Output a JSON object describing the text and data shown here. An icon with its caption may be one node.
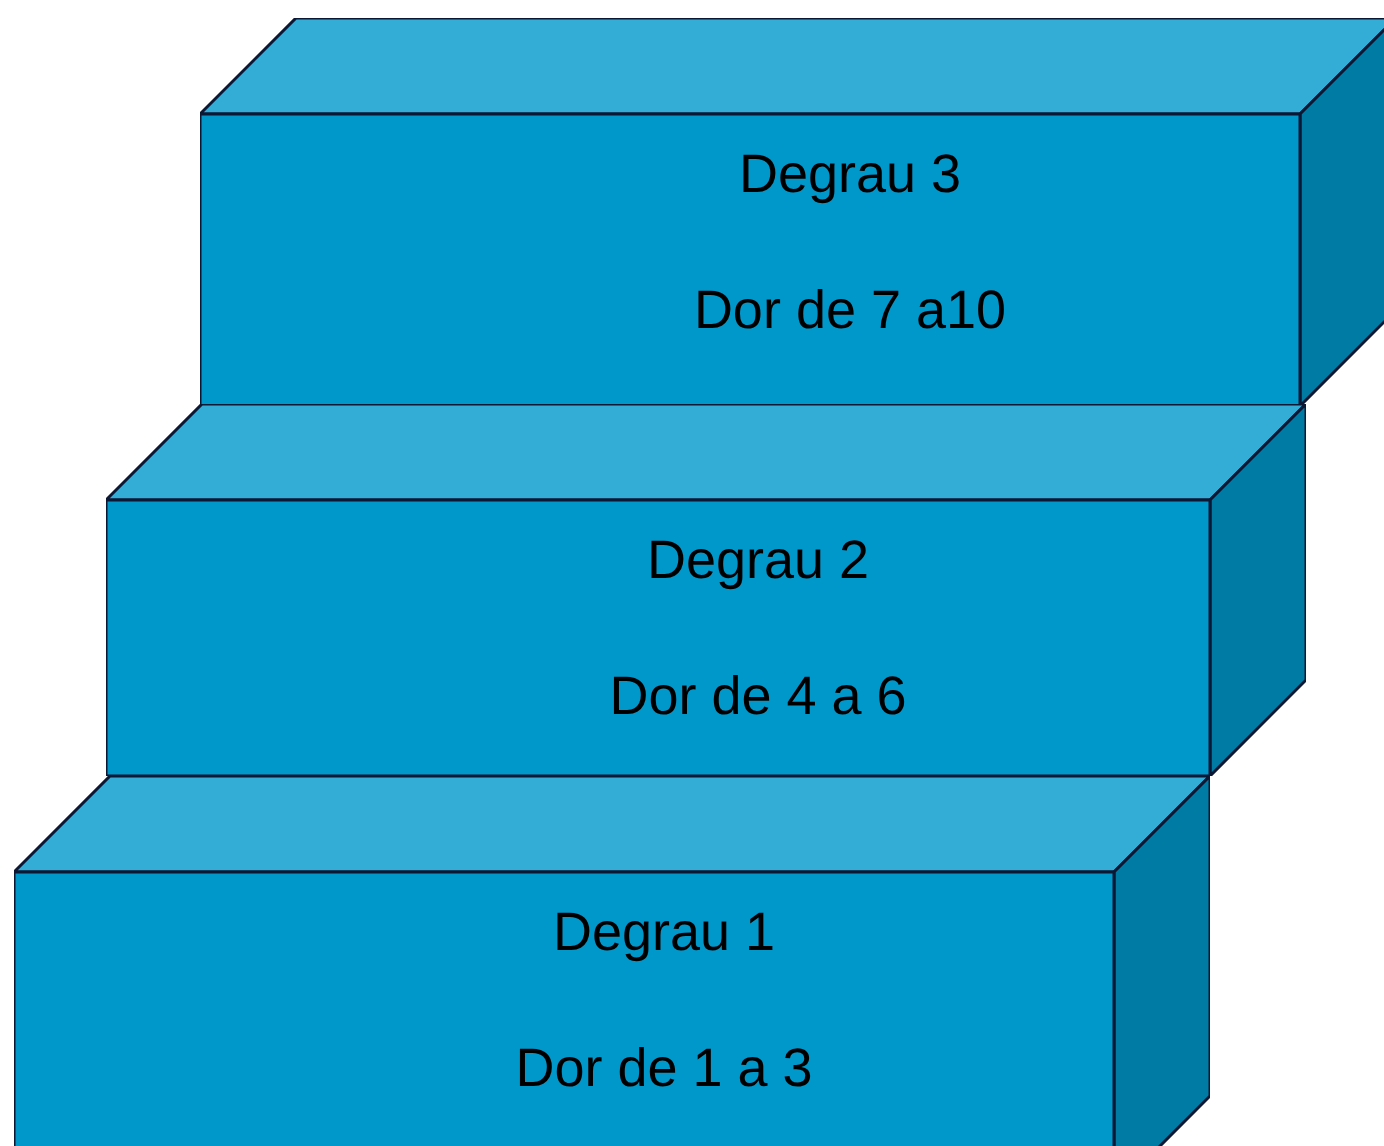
{
  "diagram": {
    "nodes": [
      {
        "text": [
          "Degrau 3",
          "Dor de 7 a10"
        ]
      },
      {
        "text": [
          "Degrau 2",
          "Dor de 4 a 6"
        ]
      },
      {
        "text": [
          "Degrau 1",
          "Dor de 1 a 3"
        ]
      }
    ]
  }
}
